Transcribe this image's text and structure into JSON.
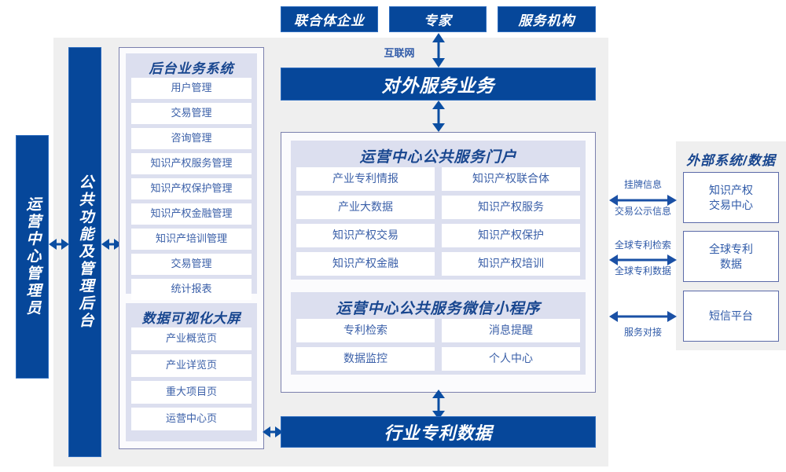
{
  "diagram": {
    "title_top_actors": [
      "联合体企业",
      "专家",
      "服务机构"
    ],
    "internet_label": "互联网",
    "external_service": "对外服务业务",
    "industry_patent_data": "行业专利数据",
    "operator_admin": "运营中心管理员",
    "common_function_backend": "公共功能及管理后台",
    "backend_system": {
      "title": "后台业务系统",
      "items": [
        "用户管理",
        "交易管理",
        "咨询管理",
        "知识产权服务管理",
        "知识产权保护管理",
        "知识产权金融管理",
        "知识产培训管理",
        "交易管理",
        "统计报表"
      ]
    },
    "visualization": {
      "title": "数据可视化大屏",
      "items": [
        "产业概览页",
        "产业详览页",
        "重大项目页",
        "运营中心页"
      ]
    },
    "portal": {
      "title": "运营中心公共服务门户",
      "items": [
        "产业专利情报",
        "知识产权联合体",
        "产业大数据",
        "知识产权服务",
        "知识产权交易",
        "知识产权保护",
        "知识产权金融",
        "知识产权培训"
      ]
    },
    "miniprogram": {
      "title": "运营中心公共服务微信小程序",
      "items": [
        "专利检索",
        "消息提醒",
        "数据监控",
        "个人中心"
      ]
    },
    "external": {
      "title": "外部系统/数据",
      "boxes": [
        "知识产权\n交易中心",
        "全球专利\n数据",
        "短信平台"
      ],
      "box1_line1": "知识产权",
      "box1_line2": "交易中心",
      "box2_line1": "全球专利",
      "box2_line2": "数据",
      "box3_line1": "短信平台",
      "arrow_labels": [
        "挂牌信息",
        "交易公示信息",
        "全球专利检索",
        "全球专利数据",
        "服务对接"
      ]
    },
    "colors": {
      "navy": "#06479a",
      "lavender": "#dcdfef",
      "panel_gray": "#efefef",
      "text_blue": "#3a5fa8",
      "frame_border": "#7b80ad"
    }
  }
}
